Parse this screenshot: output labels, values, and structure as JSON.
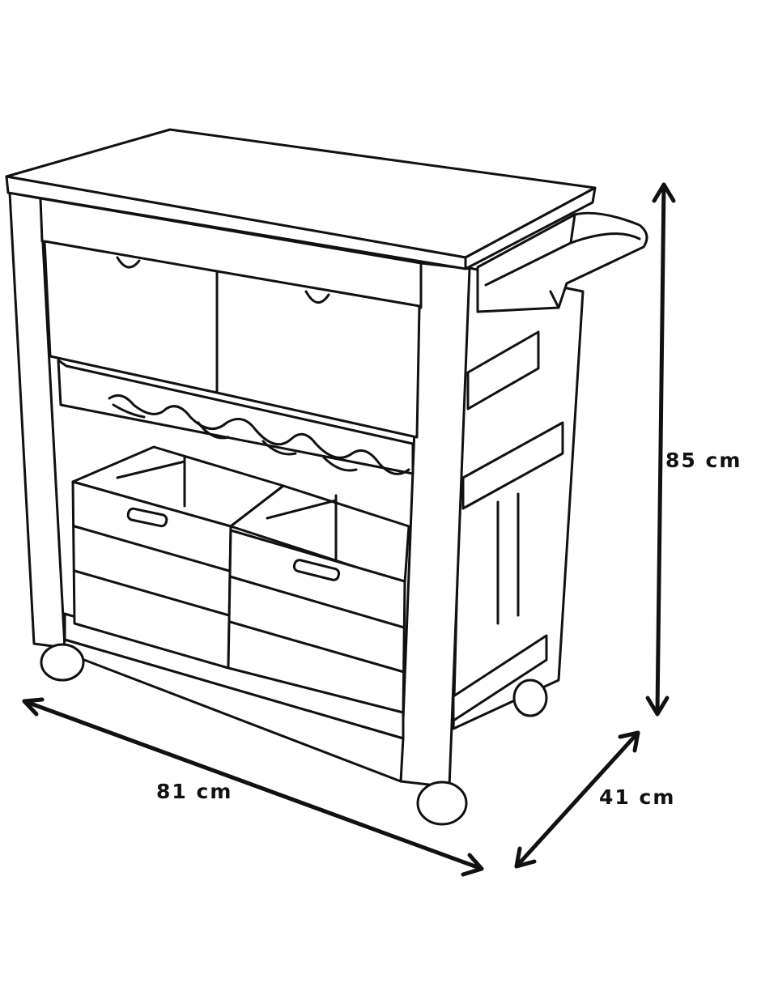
{
  "dimensions": {
    "height": "85 cm",
    "width": "81 cm",
    "depth": "41 cm"
  },
  "colors": {
    "line": "#111111",
    "fill": "#ffffff",
    "background": "#ffffff"
  }
}
